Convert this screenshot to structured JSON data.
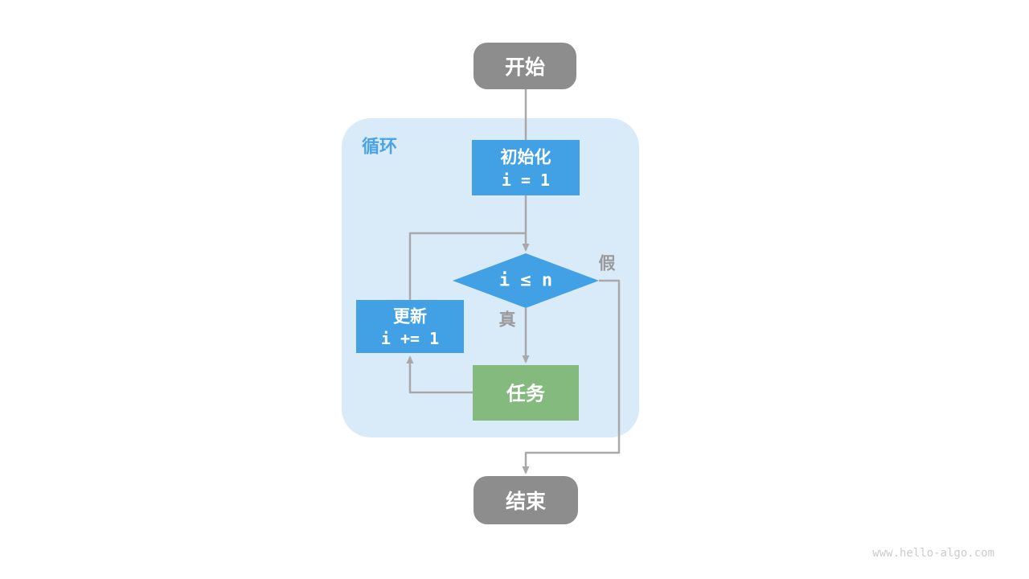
{
  "page": {
    "watermark": "www.hello-algo.com"
  },
  "flowchart": {
    "loop_container_label": "循环",
    "nodes": {
      "start": {
        "label": "开始"
      },
      "init": {
        "label": "初始化",
        "code": "i = 1"
      },
      "condition": {
        "code": "i ≤ n"
      },
      "update": {
        "label": "更新",
        "code": "i += 1"
      },
      "task": {
        "label": "任务"
      },
      "end": {
        "label": "结束"
      }
    },
    "branch_labels": {
      "true": "真",
      "false": "假"
    },
    "colors": {
      "terminal_gray": "#8d8d8d",
      "process_blue": "#41a1e4",
      "task_green": "#84ba7d",
      "loop_bg": "#d9eaf8",
      "loop_label": "#4aa3e6",
      "connector": "#a9a9a9",
      "branch_label": "#9a9a9a",
      "node_text": "#ffffff",
      "watermark": "#cccccc"
    }
  }
}
